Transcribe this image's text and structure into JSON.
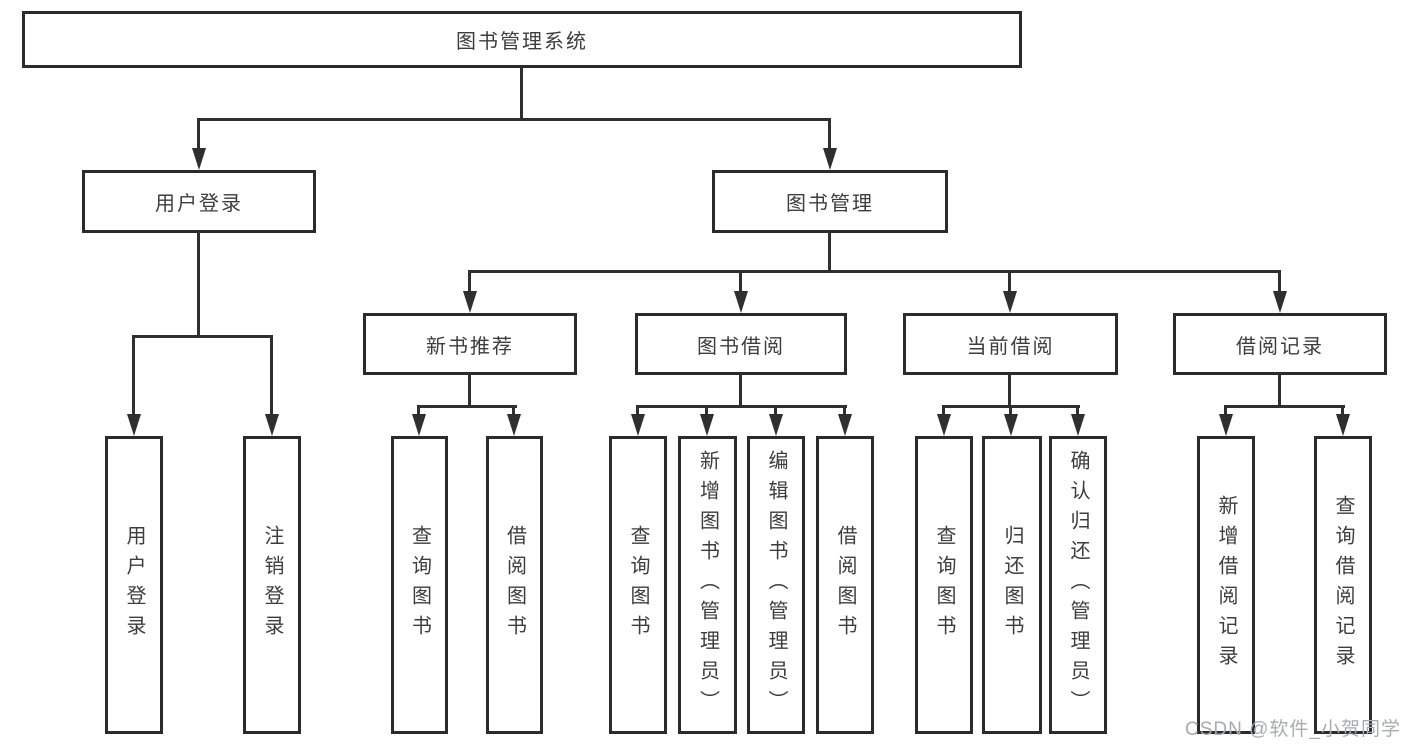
{
  "tree": {
    "root": {
      "label": "图书管理系统"
    },
    "level2": [
      {
        "label": "用户登录"
      },
      {
        "label": "图书管理"
      }
    ],
    "level3": [
      {
        "label": "新书推荐"
      },
      {
        "label": "图书借阅"
      },
      {
        "label": "当前借阅"
      },
      {
        "label": "借阅记录"
      }
    ],
    "leaves": [
      {
        "label": "用户登录"
      },
      {
        "label": "注销登录"
      },
      {
        "label": "查询图书"
      },
      {
        "label": "借阅图书"
      },
      {
        "label": "查询图书"
      },
      {
        "label": "新增图书（管理员）"
      },
      {
        "label": "编辑图书（管理员）"
      },
      {
        "label": "借阅图书"
      },
      {
        "label": "查询图书"
      },
      {
        "label": "归还图书"
      },
      {
        "label": "确认归还（管理员）"
      },
      {
        "label": "新增借阅记录"
      },
      {
        "label": "查询借阅记录"
      }
    ]
  },
  "watermark": {
    "text": "CSDN @软件_小贺同学"
  },
  "colors": {
    "line": "#2f2f2f",
    "border": "#2b2b2b",
    "text": "#3d3d3d",
    "watermark": "#a9abae",
    "bg": "#ffffff"
  }
}
